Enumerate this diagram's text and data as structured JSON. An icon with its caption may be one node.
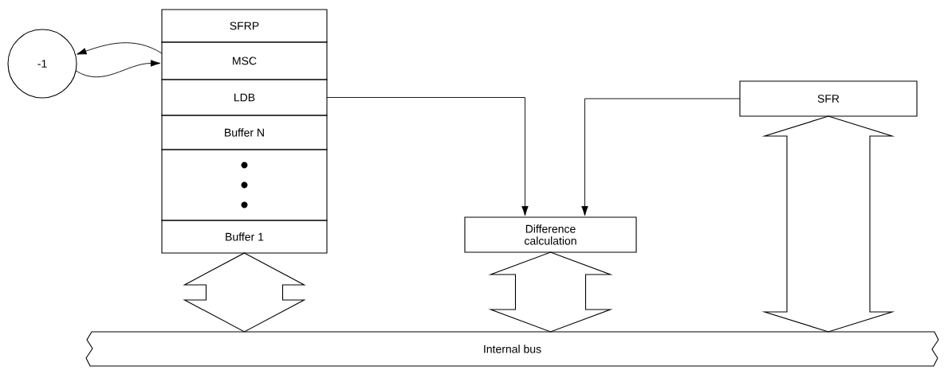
{
  "diagram": {
    "nodes": [
      {
        "text": [
          "-1"
        ]
      },
      {
        "text": [
          "SFRP"
        ]
      },
      {
        "text": [
          "MSC"
        ]
      },
      {
        "text": [
          "LDB"
        ]
      },
      {
        "text": [
          "Buffer N"
        ]
      },
      {
        "text": [],
        "shape": "box"
      },
      {
        "text": [
          "Buffer 1"
        ]
      },
      {
        "text": [
          "Difference calculation"
        ]
      },
      {
        "text": [
          "SFR"
        ]
      },
      {
        "text": [
          "Internal bus"
        ]
      }
    ],
    "edges": [
      {
        "from": 2,
        "to": 0,
        "arrow": "to"
      },
      {
        "from": 0,
        "to": 2,
        "arrow": "to"
      },
      {
        "from": 3,
        "to": 7,
        "arrow": "to"
      },
      {
        "from": 8,
        "to": 7,
        "arrow": "to"
      },
      {
        "from": 6,
        "to": 9,
        "arrow": "both",
        "style": "thick"
      },
      {
        "from": 7,
        "to": 9,
        "arrow": "both",
        "style": "thick"
      },
      {
        "from": 8,
        "to": 9,
        "arrow": "both",
        "style": "thick"
      }
    ]
  }
}
